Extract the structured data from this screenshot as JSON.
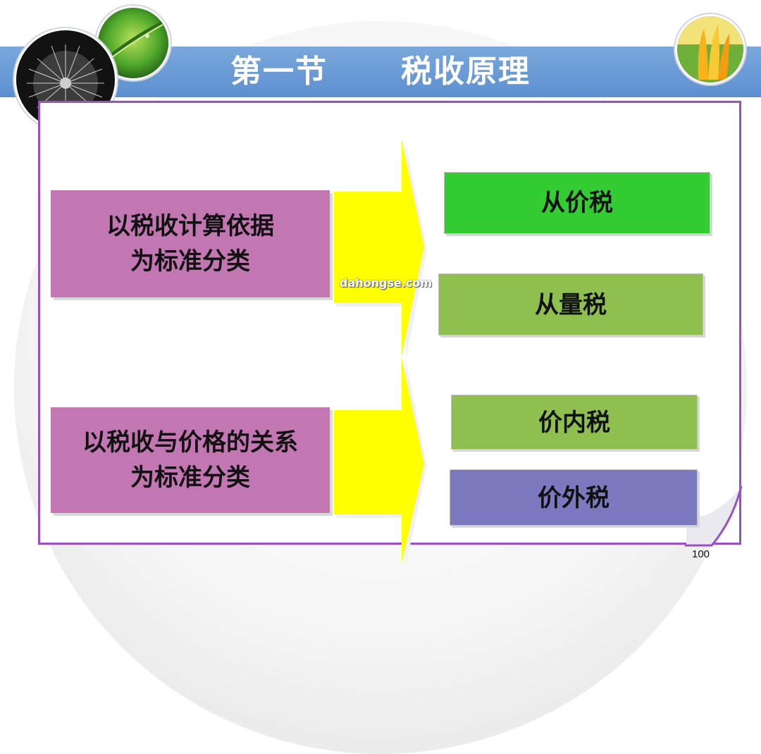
{
  "slide": {
    "title": "第一节      税收原理",
    "page_number": "100",
    "watermark": "dahongse.com"
  },
  "categories": [
    {
      "label_line1": "以税收计算依据",
      "label_line2": "为标准分类",
      "items": [
        "从价税",
        "从量税"
      ]
    },
    {
      "label_line1": "以税收与价格的关系",
      "label_line2": "为标准分类",
      "items": [
        "价内税",
        "价外税"
      ]
    }
  ],
  "colors": {
    "title_bar": "#5b8fcf",
    "panel_border": "#9a4fc6",
    "category_box": "#c277b2",
    "arrow": "#ffff00",
    "item_1": "#33cc33",
    "item_2": "#8fbf4f",
    "item_3": "#8fbf4f",
    "item_4": "#7c79c0"
  },
  "icons": [
    "dandelion-image",
    "leaf-image",
    "flower-image"
  ]
}
